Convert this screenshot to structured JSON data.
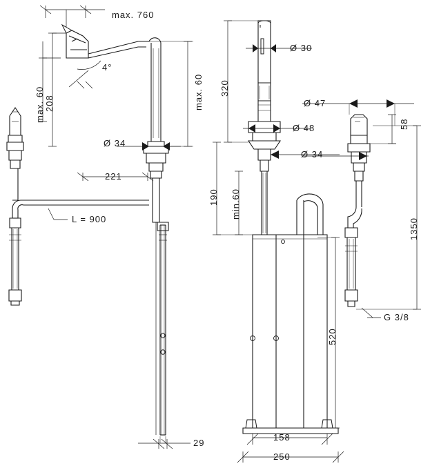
{
  "drawing": {
    "title": "Kitchen mixer tap technical dimension drawing",
    "type": "engineering-dimension-drawing",
    "line_color": "#1a1a1a",
    "background": "#ffffff",
    "views": [
      {
        "name": "left-view",
        "label": "side view with pull-out spray and connection hoses"
      },
      {
        "name": "center-view",
        "label": "front view of mixer body with cabinet"
      },
      {
        "name": "right-view",
        "label": "front view of secondary spray head"
      }
    ]
  },
  "dimensions": {
    "max_760": "max. 760",
    "max_60_left": "max. 60",
    "v_208": "208",
    "max_60_left2": "max. 60",
    "angle_4": "4°",
    "d_34_left": "Ø 34",
    "h_221": "221",
    "l_900": "L = 900",
    "w_29": "29",
    "d_30": "Ø 30",
    "v_320": "320",
    "d_48": "Ø 48",
    "v_190": "190",
    "min_60": "min.60",
    "v_520": "520",
    "w_158": "158",
    "w_250": "250",
    "d_47": "Ø 47",
    "v_58": "58",
    "d_34_right": "Ø 34",
    "v_1350": "1350",
    "g_38": "G 3/8"
  }
}
